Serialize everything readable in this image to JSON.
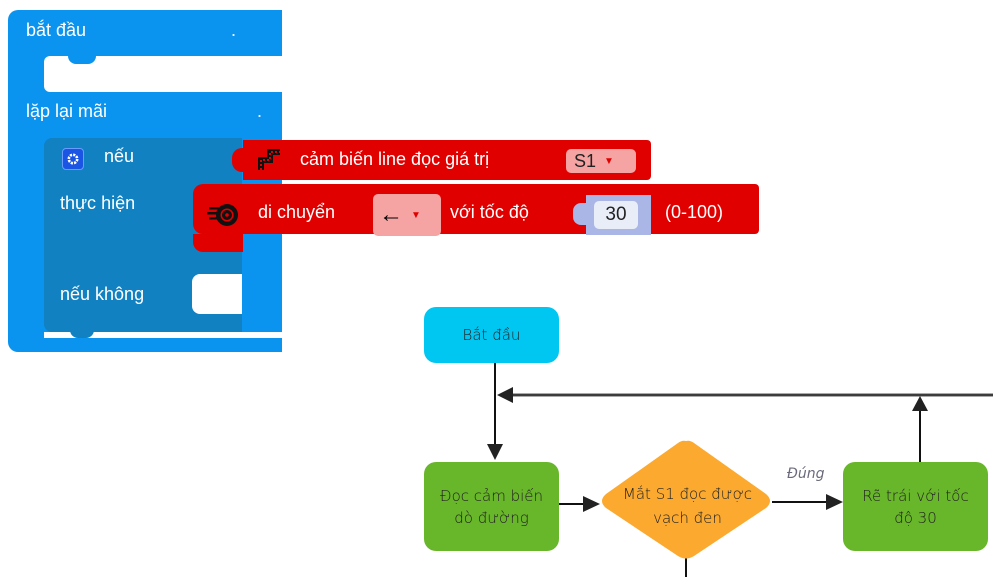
{
  "blocks": {
    "start_label": "bắt đầu",
    "start_dot": ".",
    "loop_label": "lặp lại mãi",
    "loop_dot": ".",
    "if_label": "nếu",
    "then_label": "thực hiện",
    "else_label": "nếu không",
    "sensor": {
      "icon": "road-line-icon",
      "label": "cảm biến line đọc giá trị",
      "selected_sensor": "S1"
    },
    "move": {
      "icon": "wheel-icon",
      "label": "di chuyển",
      "direction": "←",
      "speed_label": "với tốc độ",
      "speed_value": "30",
      "range_hint": "(0-100)"
    },
    "colors": {
      "event_blue": "#0b93f0",
      "control_teal": "#1181c2",
      "robot_red": "#e00000"
    }
  },
  "flowchart": {
    "start": "Bắt đầu",
    "read_sensor": [
      "Đọc cảm biến",
      "dò đường"
    ],
    "decision": [
      "Mắt S1 đọc được",
      "vạch đen"
    ],
    "yes_label": "Đúng",
    "turn_left": [
      "Rẽ trái với tốc",
      "độ 30"
    ],
    "colors": {
      "start": "#00c6f2",
      "process": "#68b62a",
      "decision": "#fba92f"
    }
  }
}
